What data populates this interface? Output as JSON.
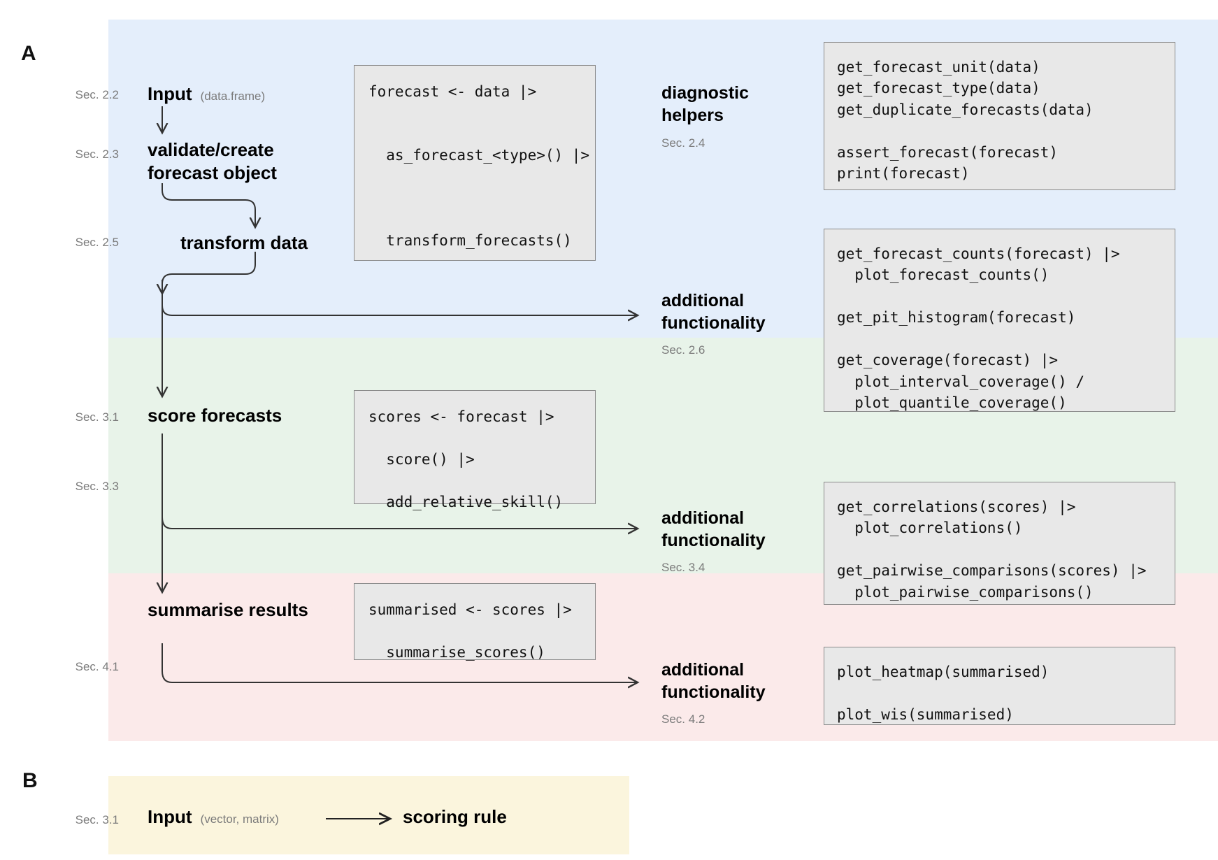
{
  "panels": {
    "a_letter": "A",
    "b_letter": "B"
  },
  "colors": {
    "band_blue": "#e4eefb",
    "band_green": "#e8f3e9",
    "band_pink": "#fbeaea",
    "band_yellow": "#fbf5dd",
    "code_bg": "#e8e8e8",
    "code_border": "#8a8a8a",
    "muted_text": "#7b7b7b",
    "arrow": "#333333"
  },
  "flow": {
    "steps": [
      {
        "sec": "Sec. 2.2",
        "title": "Input",
        "sub": "(data.frame)"
      },
      {
        "sec": "Sec. 2.3",
        "title": "validate/create\nforecast object",
        "sub": ""
      },
      {
        "sec": "Sec. 2.5",
        "title": "transform data",
        "sub": ""
      },
      {
        "sec": "Sec. 3.1",
        "title": "score forecasts",
        "sub": ""
      },
      {
        "sec": "Sec. 3.3",
        "title": "",
        "sub": ""
      },
      {
        "sec": "Sec. 4.1",
        "title": "summarise results",
        "sub": ""
      }
    ],
    "step_input_title": "Input",
    "step_input_sub": "(data.frame)",
    "step_validate_title": "validate/create\nforecast object",
    "step_transform_title": "transform data",
    "step_score_title": "score forecasts",
    "step_summarise_title": "summarise results",
    "sec_22": "Sec. 2.2",
    "sec_23": "Sec. 2.3",
    "sec_25": "Sec. 2.5",
    "sec_31": "Sec. 3.1",
    "sec_33": "Sec. 3.3",
    "sec_41": "Sec. 4.1"
  },
  "code_boxes": {
    "pipeline_forecast": "forecast <- data |>\n\n\n  as_forecast_<type>() |>\n\n\n\n  transform_forecasts()",
    "pipeline_score": "scores <- forecast |>\n\n  score() |>\n\n  add_relative_skill()",
    "pipeline_summarise": "summarised <- scores |>\n\n  summarise_scores()",
    "diagnostics": "get_forecast_unit(data)\nget_forecast_type(data)\nget_duplicate_forecasts(data)\n\nassert_forecast(forecast)\nprint(forecast)",
    "additional_26": "get_forecast_counts(forecast) |>\n  plot_forecast_counts()\n\nget_pit_histogram(forecast)\n\nget_coverage(forecast) |>\n  plot_interval_coverage() /\n  plot_quantile_coverage()",
    "additional_34": "get_correlations(scores) |>\n  plot_correlations()\n\nget_pairwise_comparisons(scores) |>\n  plot_pairwise_comparisons()",
    "additional_42": "plot_heatmap(summarised)\n\nplot_wis(summarised)"
  },
  "right_column": {
    "diagnostic_heading": "diagnostic\nhelpers",
    "diagnostic_sec": "Sec. 2.4",
    "additional_26_heading": "additional\nfunctionality",
    "additional_26_sec": "Sec. 2.6",
    "additional_34_heading": "additional\nfunctionality",
    "additional_34_sec": "Sec. 3.4",
    "additional_42_heading": "additional\nfunctionality",
    "additional_42_sec": "Sec. 4.2"
  },
  "panel_b": {
    "sec": "Sec. 3.1",
    "input_title": "Input",
    "input_sub": "(vector, matrix)",
    "target_title": "scoring rule"
  }
}
